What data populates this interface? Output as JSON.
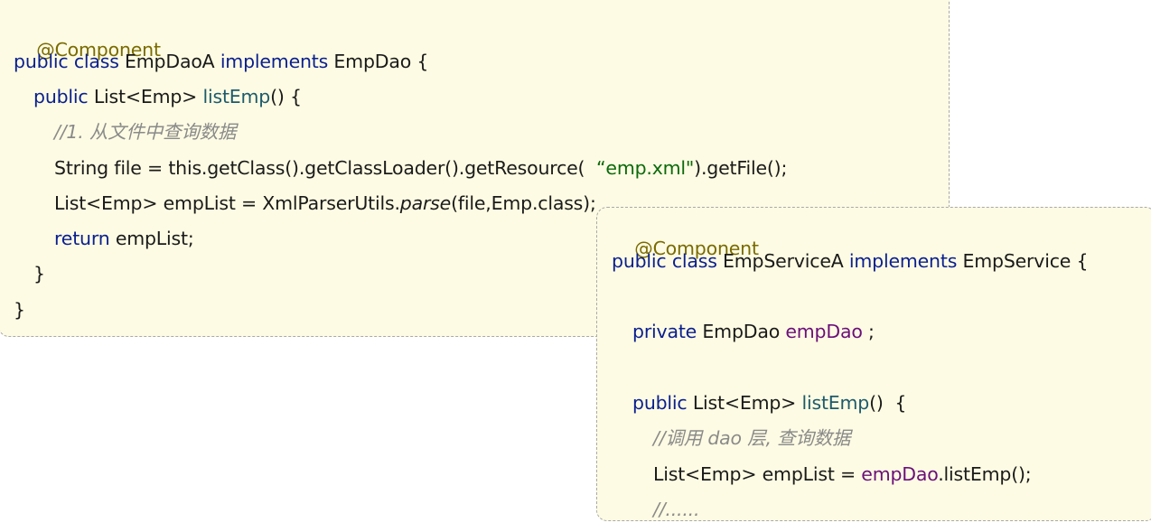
{
  "dao_card": {
    "annotation": "@Component",
    "l2_public": "public",
    "l2_class": "class",
    "l2_name": "EmpDaoA",
    "l2_implements": "implements",
    "l2_iface": "EmpDao {",
    "l3_public": "public",
    "l3_type": "List<Emp>",
    "l3_method": "listEmp",
    "l3_rest": "() {",
    "comment": "//1. 从文件中查询数据",
    "l5_pre": "String file = this.getClass().getClassLoader().getResource(",
    "l5_string": "“emp.xml\"",
    "l5_post": ").getFile();",
    "l6_pre": "List<Emp> empList = XmlParserUtils.",
    "l6_parse": "parse",
    "l6_post": "(file,Emp.class);",
    "l7_return": "return",
    "l7_rest": "empList;",
    "close_method": "}",
    "close_class": "}"
  },
  "service_card": {
    "annotation": "@Component",
    "l2_public": "public",
    "l2_class": "class",
    "l2_name": "EmpServiceA",
    "l2_implements": "implements",
    "l2_iface": "EmpService {",
    "l3_private": "private",
    "l3_type": "EmpDao",
    "l3_field": "empDao",
    "l3_semicolon": ";",
    "l4_public": "public",
    "l4_type": "List<Emp>",
    "l4_method": "listEmp",
    "l4_rest": "()  {",
    "comment1": "//调用 dao 层, 查询数据",
    "l6_pre": "List<Emp> empList =",
    "l6_field": "empDao",
    "l6_post": ".listEmp();",
    "comment2": "//......"
  },
  "colors": {
    "card_bg": "#fdfbe3",
    "keyword": "#0a1f8f",
    "annotation": "#7a6a00",
    "method": "#1d5a6b",
    "string": "#0b6a0b",
    "field": "#6b0f7a",
    "comment": "#8a8a8a"
  }
}
